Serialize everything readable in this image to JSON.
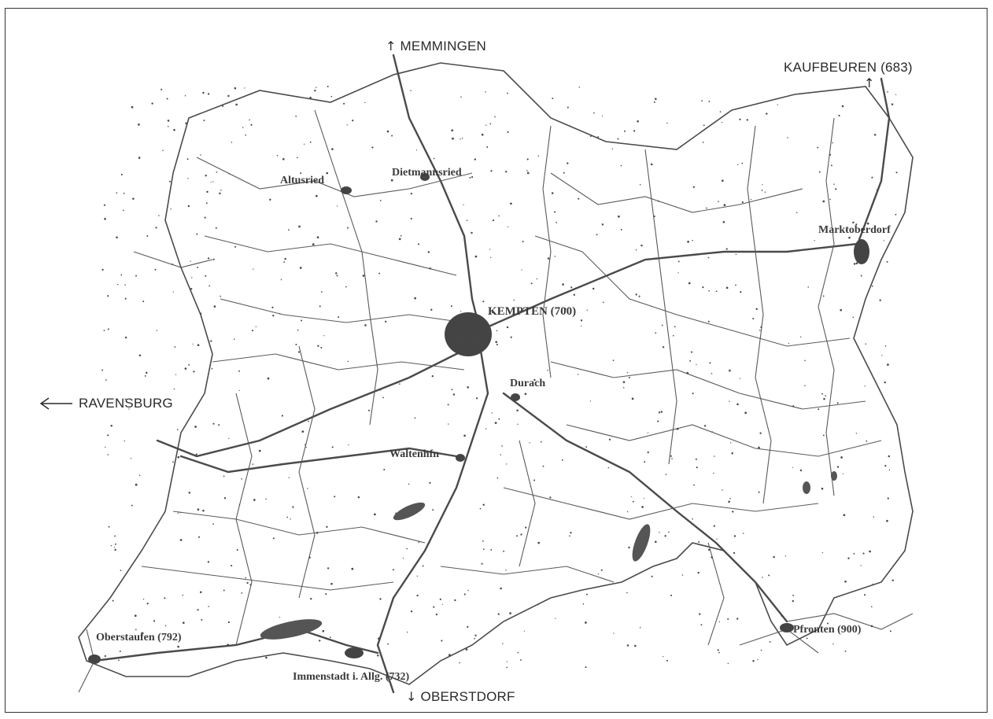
{
  "map": {
    "directions": {
      "north": "MEMMINGEN",
      "northeast": "KAUFBEUREN (683)",
      "west": "RAVENSBURG",
      "south": "OBERSTDORF"
    },
    "places": {
      "altusried": "Altusried",
      "dietmannsried": "Dietmannsried",
      "kempten": "KEMPTEN (700)",
      "durach": "Durach",
      "waltenhofen": "Waltenhfn",
      "marktoberdorf": "Marktoberdorf",
      "oberstaufen": "Oberstaufen (792)",
      "immenstadt": "Immenstadt i. Allg. (732)",
      "pfronten": "Pfronten (900)"
    },
    "colors": {
      "roads": "#4a4a4a",
      "lakes": "#555555",
      "frame": "#333333"
    }
  }
}
